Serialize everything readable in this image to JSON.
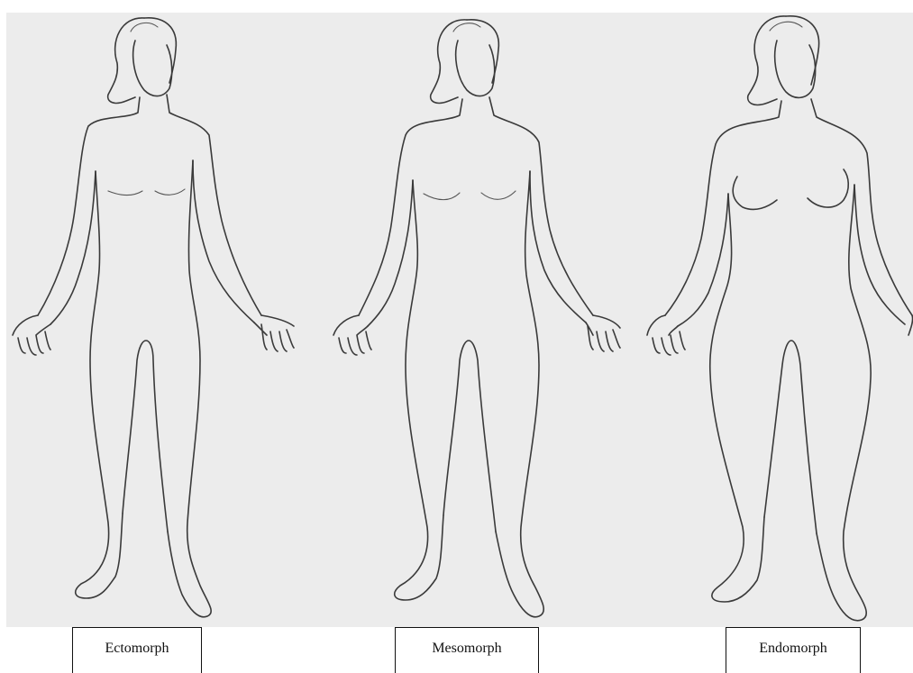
{
  "figures": [
    {
      "id": "ectomorph",
      "label": "Ectomorph"
    },
    {
      "id": "mesomorph",
      "label": "Mesomorph"
    },
    {
      "id": "endomorph",
      "label": "Endomorph"
    }
  ]
}
